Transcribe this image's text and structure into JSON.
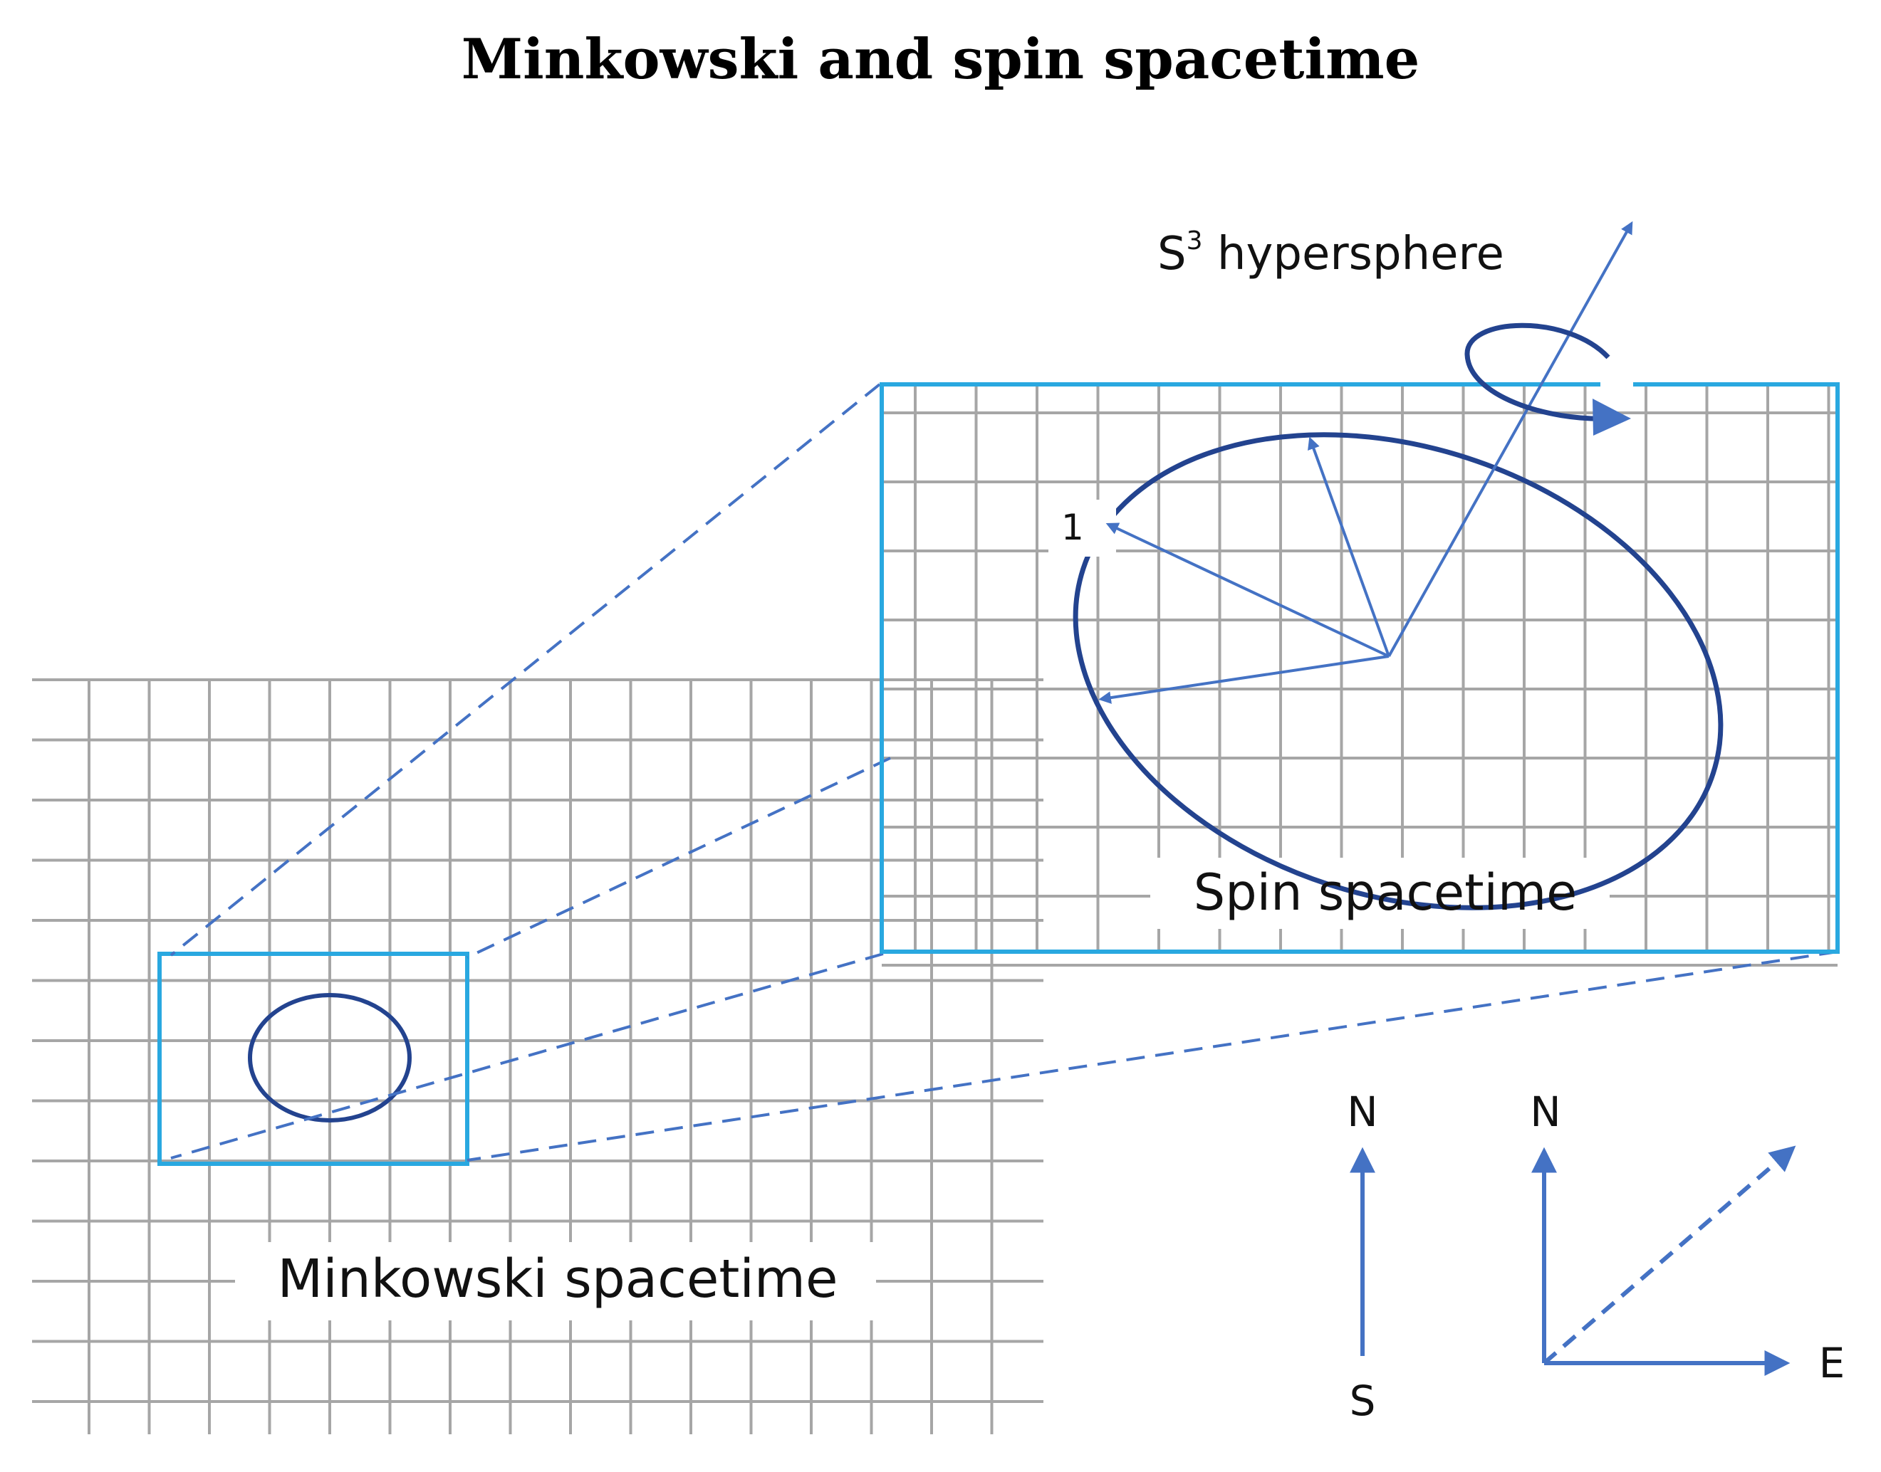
{
  "title": "Minkowski and spin spacetime",
  "labels": {
    "minkowski": "Minkowski spacetime",
    "spin": "Spin spacetime",
    "hypersphere_s": "S",
    "hypersphere_exp": "3",
    "hypersphere_rest": " hypersphere",
    "unit": "1",
    "compass1_top": "N",
    "compass1_bottom": "S",
    "compass2_top": "N",
    "compass2_right": "E"
  },
  "colors": {
    "grid": "#a6a6a6",
    "frame": "#29a8e0",
    "arrow": "#4472c4",
    "ellipse": "#23438f"
  }
}
